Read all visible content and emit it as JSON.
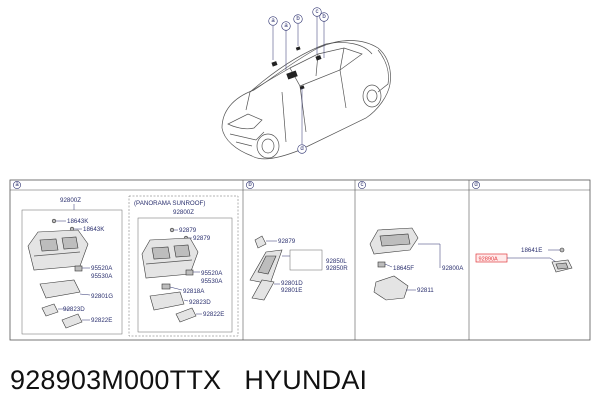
{
  "callouts": {
    "a": "a",
    "b": "b",
    "c": "c",
    "d": "d"
  },
  "sections": {
    "a": {
      "tag": "a",
      "top_label": "92800Z",
      "labels": [
        "18643K",
        "18643K",
        "95520A",
        "95530A",
        "92801G",
        "92823D",
        "92822E"
      ]
    },
    "panorama": {
      "title": "(PANORAMA SUNROOF)",
      "top_label": "92800Z",
      "labels": [
        "92879",
        "92879",
        "95520A",
        "95530A",
        "92818A",
        "92823D",
        "92822E"
      ]
    },
    "b": {
      "tag": "b",
      "labels": [
        "92879",
        "92850L",
        "92850R",
        "92801D",
        "92801E"
      ]
    },
    "c": {
      "tag": "c",
      "labels": [
        "18645F",
        "92800A",
        "92811"
      ]
    },
    "d": {
      "tag": "d",
      "highlight": "92890A",
      "labels": [
        "18641E"
      ]
    }
  },
  "caption": {
    "part_number": "928903M000TTX",
    "brand": "HYUNDAI"
  },
  "colors": {
    "label": "#2a2f6e",
    "highlight": "#e0393e"
  }
}
